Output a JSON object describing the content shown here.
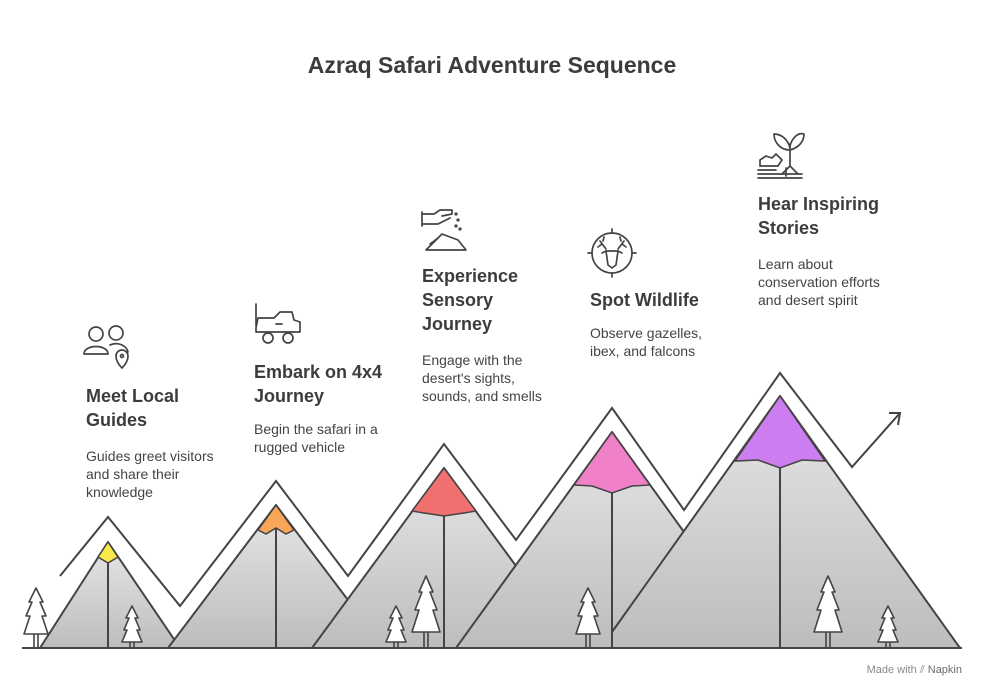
{
  "title": "Azraq Safari Adventure Sequence",
  "steps": [
    {
      "title_lines": [
        "Meet Local",
        "Guides"
      ],
      "desc_lines": [
        "Guides greet visitors",
        "and share their",
        "knowledge"
      ],
      "icon": "people-location-icon",
      "color": "#f9e94a"
    },
    {
      "title_lines": [
        "Embark on 4x4",
        "Journey"
      ],
      "desc_lines": [
        "Begin the safari in a",
        "rugged vehicle"
      ],
      "icon": "jeep-icon",
      "color": "#f9a55a"
    },
    {
      "title_lines": [
        "Experience",
        "Sensory",
        "Journey"
      ],
      "desc_lines": [
        "Engage with the",
        "desert's sights,",
        "sounds, and smells"
      ],
      "icon": "sand-hand-icon",
      "color": "#f07070"
    },
    {
      "title_lines": [
        "Spot Wildlife"
      ],
      "desc_lines": [
        "Observe gazelles,",
        "ibex, and falcons"
      ],
      "icon": "deer-target-icon",
      "color": "#f080c8"
    },
    {
      "title_lines": [
        "Hear Inspiring",
        "Stories"
      ],
      "desc_lines": [
        "Learn about",
        "conservation efforts",
        "and desert spirit"
      ],
      "icon": "plant-hand-icon",
      "color": "#cc7ef0"
    }
  ],
  "watermark": {
    "prefix": "Made with",
    "brand": "Napkin"
  }
}
